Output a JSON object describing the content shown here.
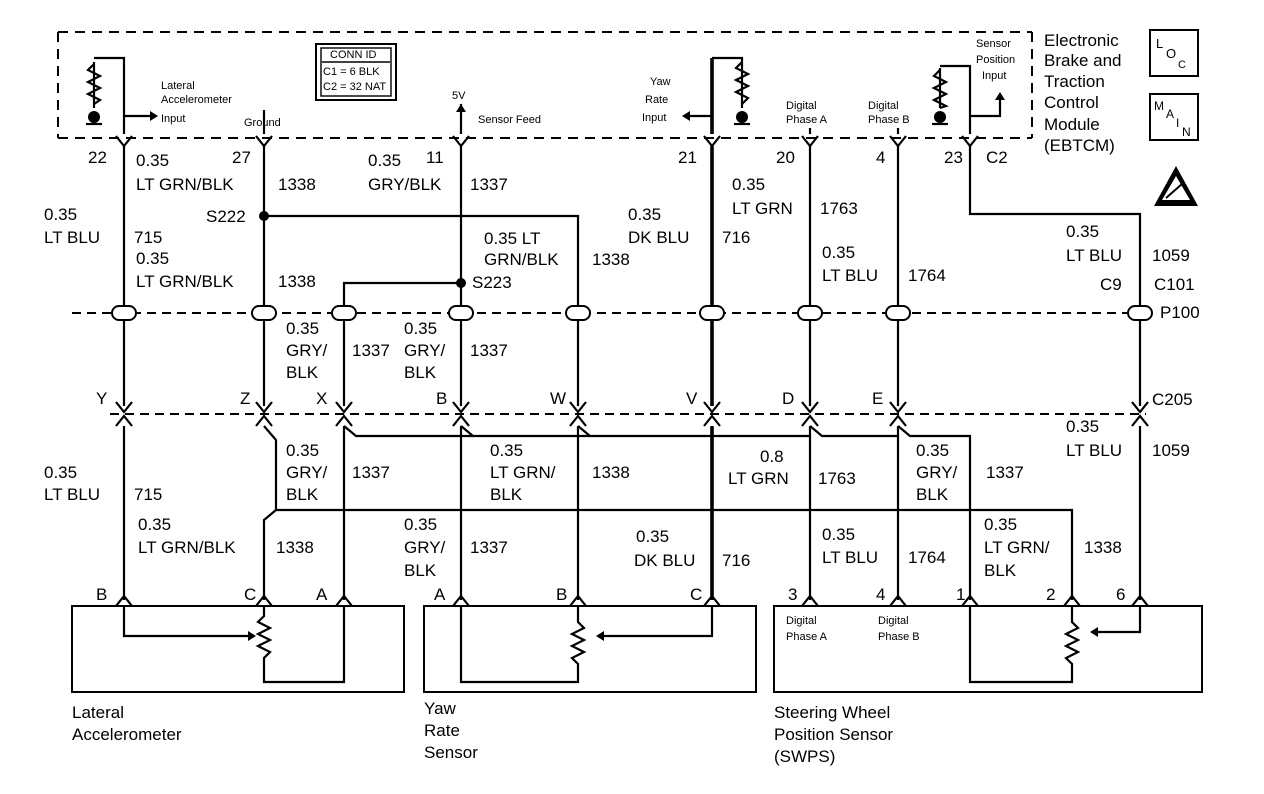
{
  "module": {
    "title_lines": [
      "Electronic",
      "Brake and",
      "Traction",
      "Control",
      "Module",
      "(EBTCM)"
    ],
    "connector": "C2",
    "conn_id": {
      "title": "CONN ID",
      "c1": "C1 = 6 BLK",
      "c2": "C2 = 32 NAT"
    },
    "icon_loc": "LOC",
    "icon_main": "MAIN",
    "internal_labels": {
      "lat_input": [
        "Lateral",
        "Accelerometer",
        "Input"
      ],
      "ground": "Ground",
      "five_v": "5V",
      "sensor_feed": "Sensor Feed",
      "yaw_input": [
        "Yaw",
        "Rate",
        "Input"
      ],
      "digital_a": [
        "Digital",
        "Phase A"
      ],
      "digital_b": [
        "Digital",
        "Phase B"
      ],
      "sensor_pos": [
        "Sensor",
        "Position",
        "Input"
      ]
    },
    "pins": [
      "22",
      "27",
      "11",
      "21",
      "20",
      "4",
      "23"
    ]
  },
  "splices": [
    "S222",
    "S223"
  ],
  "connectors": {
    "c9": "C9",
    "c101": "C101",
    "p100": "P100",
    "c205": "C205"
  },
  "c205_pins": [
    "Y",
    "Z",
    "X",
    "B",
    "W",
    "V",
    "D",
    "E"
  ],
  "wires_upper": {
    "w22": [
      "0.35",
      "LT BLU",
      "715"
    ],
    "w27a": [
      "0.35",
      "LT GRN/BLK",
      "1338"
    ],
    "w27b": [
      "0.35",
      "LT GRN/BLK",
      "1338"
    ],
    "w11": [
      "0.35",
      "GRY/BLK",
      "1337"
    ],
    "w11b": [
      "0.35 LT",
      "GRN/BLK",
      "1338"
    ],
    "w21": [
      "0.35",
      "DK BLU",
      "716"
    ],
    "w20": [
      "0.35",
      "LT GRN",
      "1763"
    ],
    "w4": [
      "0.35",
      "LT BLU",
      "1764"
    ],
    "w23": [
      "0.35",
      "LT BLU",
      "1059"
    ],
    "wx": [
      "0.35",
      "GRY/",
      "BLK",
      "1337"
    ],
    "wb": [
      "0.35",
      "GRY/",
      "BLK",
      "1337"
    ]
  },
  "wires_lower": {
    "y": [
      "0.35",
      "LT BLU",
      "715"
    ],
    "z1": [
      "0.35",
      "GRY/",
      "BLK",
      "1337"
    ],
    "z2": [
      "0.35",
      "LT GRN/BLK",
      "1338"
    ],
    "b1": [
      "0.35",
      "LT GRN/",
      "BLK",
      "1338"
    ],
    "b2": [
      "0.35",
      "GRY/",
      "BLK",
      "1337"
    ],
    "v": [
      "0.35",
      "DK BLU",
      "716"
    ],
    "d": [
      "0.8",
      "LT GRN",
      "1763"
    ],
    "e1": [
      "0.35",
      "LT BLU",
      "1764"
    ],
    "e2": [
      "0.35",
      "GRY/",
      "BLK",
      "1337"
    ],
    "e3": [
      "0.35",
      "LT GRN/",
      "BLK",
      "1338"
    ],
    "c205r": [
      "0.35",
      "LT BLU",
      "1059"
    ]
  },
  "components": {
    "lat": {
      "name": [
        "Lateral",
        "Accelerometer"
      ],
      "pins": [
        "B",
        "C",
        "A"
      ]
    },
    "yaw": {
      "name": [
        "Yaw",
        "Rate",
        "Sensor"
      ],
      "pins": [
        "A",
        "B",
        "C"
      ]
    },
    "swps": {
      "name": [
        "Steering Wheel",
        "Position Sensor",
        "(SWPS)"
      ],
      "pins": [
        "3",
        "4",
        "1",
        "2",
        "6"
      ],
      "inner": {
        "a": [
          "Digital",
          "Phase A"
        ],
        "b": [
          "Digital",
          "Phase B"
        ]
      }
    }
  }
}
